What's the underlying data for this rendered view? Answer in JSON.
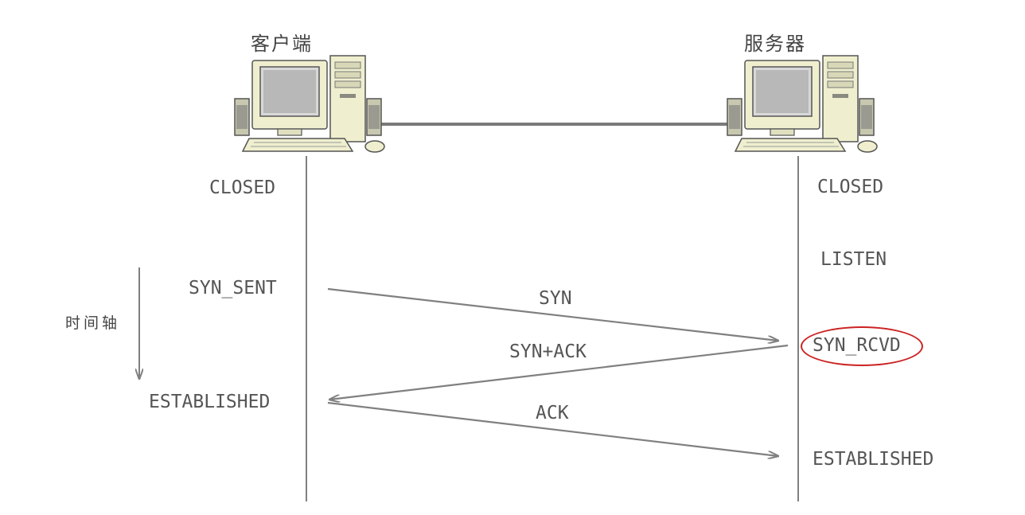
{
  "client": {
    "title": "客户端",
    "states": {
      "closed": "CLOSED",
      "syn_sent": "SYN_SENT",
      "established": "ESTABLISHED"
    }
  },
  "server": {
    "title": "服务器",
    "states": {
      "closed": "CLOSED",
      "listen": "LISTEN",
      "syn_rcvd": "SYN_RCVD",
      "established": "ESTABLISHED"
    }
  },
  "timeline": {
    "label": "时间轴"
  },
  "messages": {
    "syn": "SYN",
    "syn_ack": "SYN+ACK",
    "ack": "ACK"
  },
  "colors": {
    "lines": "#808080",
    "text": "#555555",
    "highlight": "#cc2222",
    "computer_body": "#efefcf"
  },
  "icons": [
    "computer-icon"
  ]
}
